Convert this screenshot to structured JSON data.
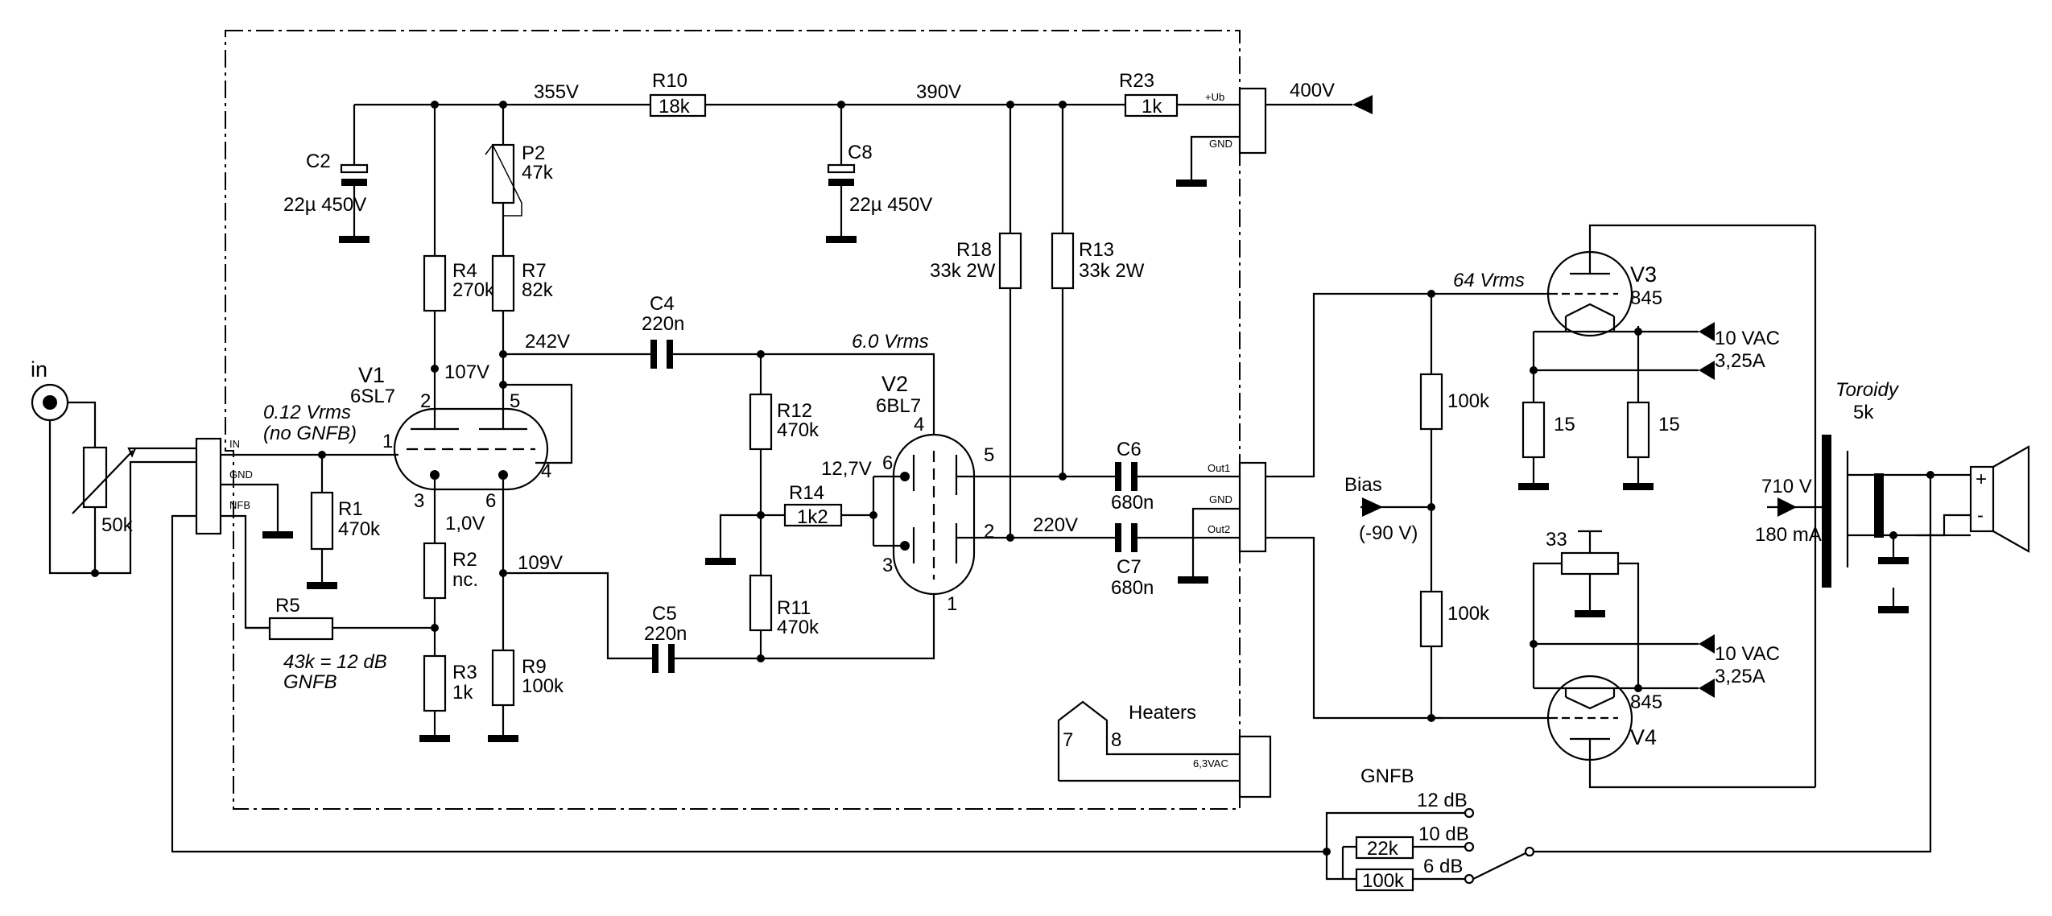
{
  "labels": {
    "in": "in",
    "pot_in": "50k",
    "conn_in_n": "IN",
    "conn_in_gnd": "GND",
    "conn_in_nfb": "NFB",
    "v1_name": "V1",
    "v1_type": "6SL7",
    "v1_in_level": "0.12 Vrms",
    "v1_in_note": "(no GNFB)",
    "r1": "R1",
    "r1_val": "470k",
    "r5": "R5",
    "gnfb_note1": "43k = 12 dB",
    "gnfb_note2": "GNFB",
    "c2": "C2",
    "c2_val": "22µ 450V",
    "r4": "R4",
    "r4_val": "270k",
    "p2": "P2",
    "p2_val": "47k",
    "r7": "R7",
    "r7_val": "82k",
    "v_355": "355V",
    "r10": "R10",
    "r10_val": "18k",
    "c8": "C8",
    "c8_val": "22µ 450V",
    "v_390": "390V",
    "r23": "R23",
    "r23_val": "1k",
    "conn_ub": "+Ub",
    "conn_gnd_top": "GND",
    "v_400": "400V",
    "v_107": "107V",
    "v_242": "242V",
    "c4": "C4",
    "c4_val": "220n",
    "v_6rms": "6.0 Vrms",
    "r2": "R2",
    "r2_val": "nc.",
    "v_1": "1,0V",
    "v_109": "109V",
    "r3": "R3",
    "r3_val": "1k",
    "r9": "R9",
    "r9_val": "100k",
    "c5": "C5",
    "c5_val": "220n",
    "r12": "R12",
    "r12_val": "470k",
    "r14": "R14",
    "r14_val": "1k2",
    "v_12_7": "12,7V",
    "r11": "R11",
    "r11_val": "470k",
    "v2_name": "V2",
    "v2_type": "6BL7",
    "r18": "R18",
    "r18_val": "33k 2W",
    "r13": "R13",
    "r13_val": "33k 2W",
    "v_220": "220V",
    "c6": "C6",
    "c6_val": "680n",
    "c7": "C7",
    "c7_val": "680n",
    "conn_out1": "Out1",
    "conn_gnd_out": "GND",
    "conn_out2": "Out2",
    "heaters": "Heaters",
    "heater_7": "7",
    "heater_8": "8",
    "conn_heat": "6,3VAC",
    "v_64rms": "64 Vrms",
    "r_100k_top": "100k",
    "r_100k_bot": "100k",
    "bias": "Bias",
    "bias_val": "(-90 V)",
    "v3_name": "V3",
    "v3_type": "845",
    "v4_name": "V4",
    "v4_type": "845",
    "vac_top": "10 VAC",
    "amp_top": "3,25A",
    "vac_bot": "10 VAC",
    "amp_bot": "3,25A",
    "r15a": "15",
    "r15b": "15",
    "p33": "33",
    "toroidy": "Toroidy",
    "toroidy_val": "5k",
    "v_710": "710 V",
    "ma_180": "180 mA",
    "spk_plus": "+",
    "spk_minus": "-",
    "gnfb_title": "GNFB",
    "db12": "12 dB",
    "db10": "10 dB",
    "db6": "6 dB",
    "r22k": "22k",
    "r100k_nfb": "100k",
    "pin_v1_1": "1",
    "pin_v1_2": "2",
    "pin_v1_3": "3",
    "pin_v1_4": "4",
    "pin_v1_5": "5",
    "pin_v1_6": "6",
    "pin_v2_1": "1",
    "pin_v2_2": "2",
    "pin_v2_3": "3",
    "pin_v2_4": "4",
    "pin_v2_5": "5",
    "pin_v2_6": "6"
  }
}
